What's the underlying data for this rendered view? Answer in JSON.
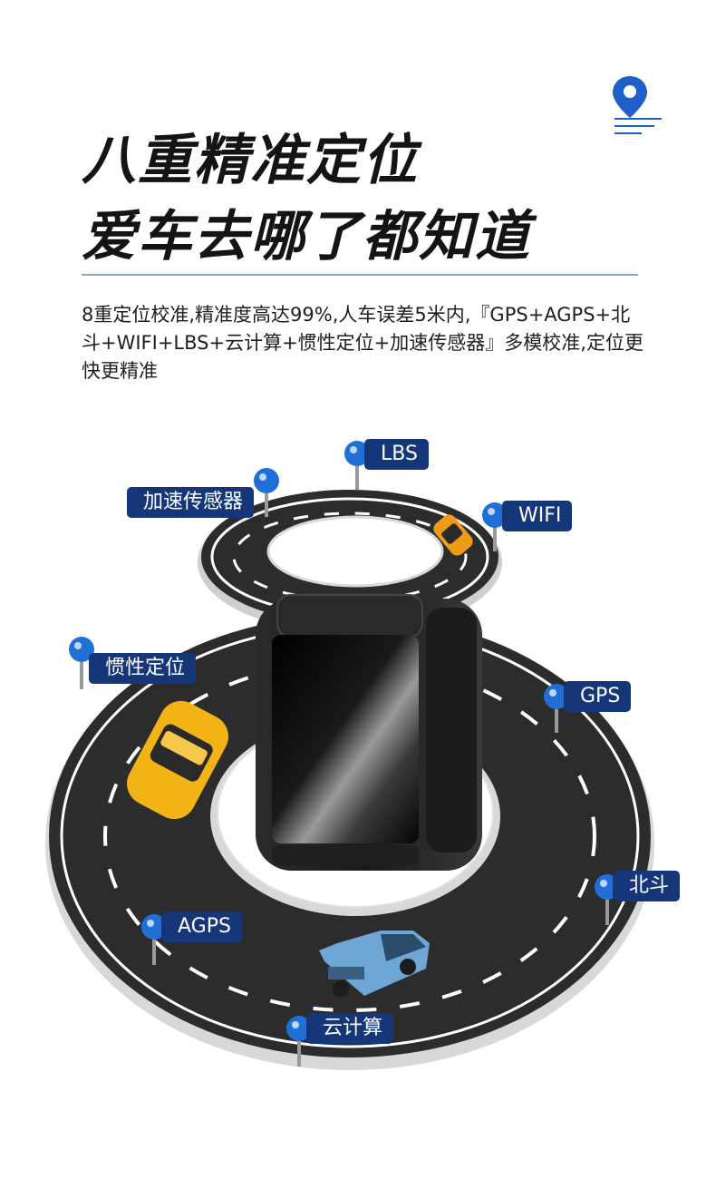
{
  "headline": {
    "line1": "八重精准定位",
    "line2": "爱车去哪了都知道"
  },
  "description": "8重定位校准,精准度高达99%,人车误差5米内,『GPS+AGPS+北斗+WIFI+LBS+云计算+惯性定位+加速传感器』多模校准,定位更快更精准",
  "icons": {
    "corner": "location-pin-icon",
    "pin": "map-pin-icon"
  },
  "colors": {
    "tag_background": "#15377a",
    "pin_blue": "#1f6fd6",
    "road": "#2c2c2c",
    "divider": "#8fa2c2"
  },
  "labels": {
    "lbs": "LBS",
    "accel": "加速传感器",
    "wifi": "WIFI",
    "inertial": "惯性定位",
    "gps": "GPS",
    "beidou": "北斗",
    "agps": "AGPS",
    "cloud": "云计算"
  }
}
